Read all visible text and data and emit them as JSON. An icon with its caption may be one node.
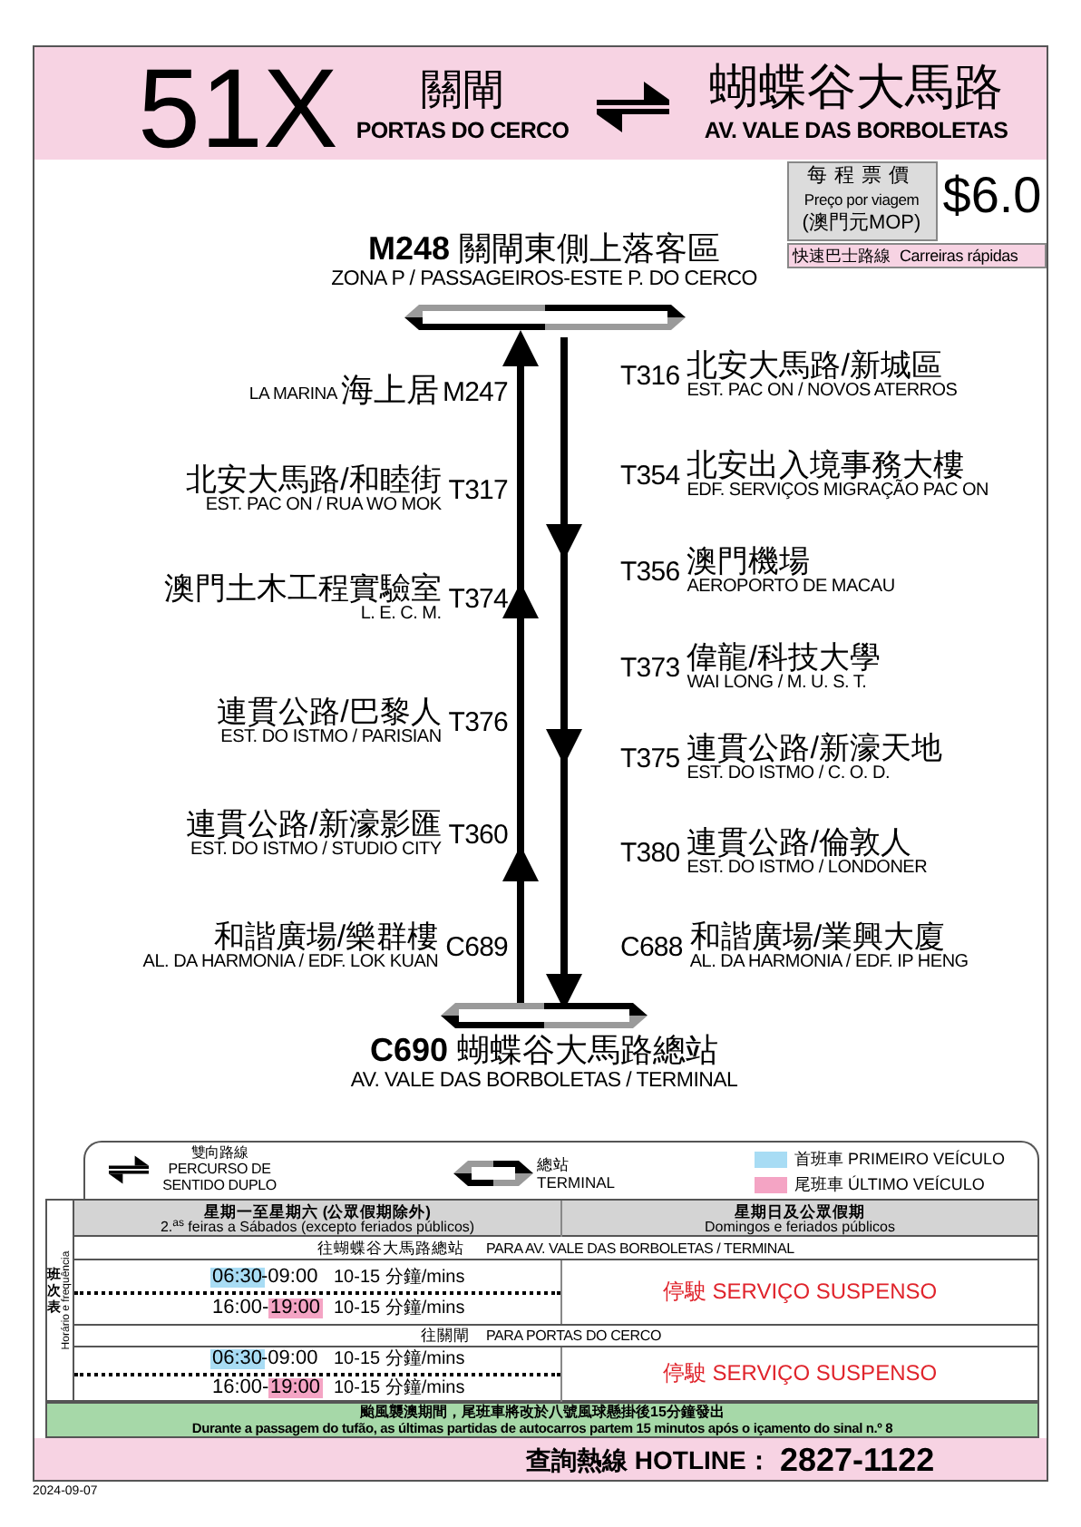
{
  "diagram": {
    "nodes": [
      {
        "text": [
          "**M248** 關閘東側上落客區",
          "ZONA P / PASSAGEIROS-ESTE P. DO CERCO"
        ]
      },
      {
        "text": [
          "**C690** 蝴蝶谷大馬路總站",
          "AV. VALE DAS BORBOLETAS / TERMINAL"
        ]
      }
    ],
    "edges": [
      {
        "from": 0,
        "to": 1,
        "arrow": "to"
      },
      {
        "from": 1,
        "to": 0,
        "arrow": "to"
      }
    ],
    "labels": [
      "51X",
      "關閘",
      "PORTAS DO CERCO",
      "蝴蝶谷大馬路",
      "AV. VALE DAS BORBOLETAS",
      "每程票價",
      "Preço por viagem",
      "(澳門元MOP)",
      "$6.0",
      "快速巴士路線",
      "Carreiras rápidas",
      "LA MARINA",
      "海上居",
      "M247",
      "T316",
      "北安大馬路/新城區",
      "EST. PAC ON / NOVOS ATERROS",
      "北安大馬路/和睦街",
      "EST. PAC ON / RUA WO MOK",
      "T317",
      "T354",
      "北安出入境事務大樓",
      "EDF. SERVIÇOS MIGRAÇÃO PAC ON",
      "T356",
      "澳門機場",
      "AEROPORTO DE MACAU",
      "澳門土木工程實驗室",
      "L. E. C. M.",
      "T374",
      "T373",
      "偉龍/科技大學",
      "WAI LONG / M. U. S. T.",
      "連貫公路/巴黎人",
      "EST. DO ISTMO / PARISIAN",
      "T376",
      "T375",
      "連貫公路/新濠天地",
      "EST. DO ISTMO / C. O. D.",
      "連貫公路/新濠影匯",
      "EST. DO ISTMO / STUDIO CITY",
      "T360",
      "T380",
      "連貫公路/倫敦人",
      "EST. DO ISTMO / LONDONER",
      "和諧廣場/樂群樓",
      "AL. DA HARMONIA / EDF. LOK KUAN",
      "C689",
      "C688",
      "和諧廣場/業興大廈",
      "AL. DA HARMONIA / EDF. IP HENG",
      "班次表",
      "Horário e frequência",
      "星期一至星期六 (公眾假期除外)",
      "2.$^{as}$ feiras a Sábados (excepto feriados públicos)",
      "星期日及公眾假期",
      "Domingos e feriados públicos",
      "往蝴蝶谷大馬路總站",
      "PARA AV. VALE DAS BORBOLETAS / TERMINAL",
      "06:30",
      "-09:00",
      "10-15 分鐘/mins",
      "16:00-",
      "19:00",
      "10-15 分鐘/mins",
      "停駛 SERVIÇO SUSPENSO",
      "往關閘",
      "PARA PORTAS DO CERCO",
      "06:30",
      "-09:00",
      "10-15 分鐘/mins",
      "16:00-",
      "19:00",
      "10-15 分鐘/mins",
      "停駛 SERVIÇO SUSPENSO",
      "颱風襲澳期間，尾班車將改於八號風球懸掛後15分鐘發出",
      "Durante a passagem do tufão, as últimas partidas de autocarros partem 15 minutos após o içamento do sinal n.º 8",
      "查詢熱線 HOTLINE：",
      "2827-1122",
      "2024-09-07"
    ],
    "legend": [
      {
        "text": "雙向路線 PERCURSO DE SENTIDO DUPLO"
      },
      {
        "text": "總站 TERMINAL"
      },
      {
        "text": "首班車 PRIMEIRO VEÍCULO",
        "color": "#a8dcf4"
      },
      {
        "text": "尾班車 ÚLTIMO VEÍCULO",
        "color": "#f4a4c4"
      }
    ]
  }
}
